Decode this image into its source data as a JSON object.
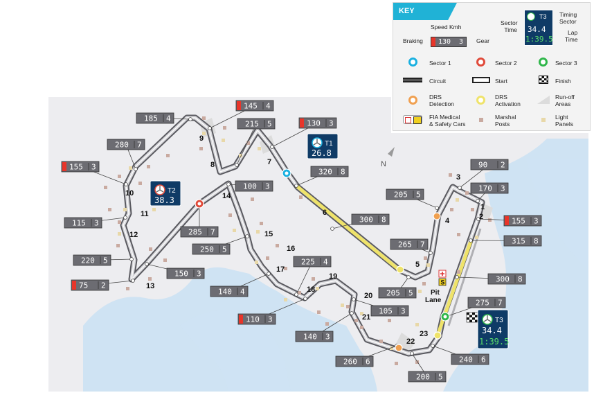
{
  "map": {
    "north_label": "N",
    "pit_lane_label": "Pit\nLane",
    "pit_lane_line1": "Pit",
    "pit_lane_line2": "Lane",
    "turns": [
      "1",
      "2",
      "3",
      "4",
      "5",
      "6",
      "7",
      "8",
      "9",
      "10",
      "11",
      "12",
      "13",
      "14",
      "15",
      "16",
      "17",
      "18",
      "19",
      "20",
      "21",
      "22",
      "23"
    ],
    "speed_boxes": [
      {
        "speed": "185",
        "gear": "4",
        "braking": false
      },
      {
        "speed": "145",
        "gear": "4",
        "braking": true
      },
      {
        "speed": "215",
        "gear": "5",
        "braking": false
      },
      {
        "speed": "130",
        "gear": "3",
        "braking": true
      },
      {
        "speed": "280",
        "gear": "7",
        "braking": false
      },
      {
        "speed": "155",
        "gear": "3",
        "braking": true
      },
      {
        "speed": "320",
        "gear": "8",
        "braking": false
      },
      {
        "speed": "100",
        "gear": "3",
        "braking": false
      },
      {
        "speed": "115",
        "gear": "3",
        "braking": false
      },
      {
        "speed": "285",
        "gear": "7",
        "braking": false
      },
      {
        "speed": "250",
        "gear": "5",
        "braking": false
      },
      {
        "speed": "300",
        "gear": "8",
        "braking": false
      },
      {
        "speed": "205",
        "gear": "5",
        "braking": false
      },
      {
        "speed": "90",
        "gear": "2",
        "braking": false
      },
      {
        "speed": "170",
        "gear": "3",
        "braking": false
      },
      {
        "speed": "155",
        "gear": "3",
        "braking": true
      },
      {
        "speed": "315",
        "gear": "8",
        "braking": false
      },
      {
        "speed": "265",
        "gear": "7",
        "braking": false
      },
      {
        "speed": "220",
        "gear": "5",
        "braking": false
      },
      {
        "speed": "150",
        "gear": "3",
        "braking": false
      },
      {
        "speed": "75",
        "gear": "2",
        "braking": true
      },
      {
        "speed": "225",
        "gear": "4",
        "braking": false
      },
      {
        "speed": "140",
        "gear": "4",
        "braking": false
      },
      {
        "speed": "205",
        "gear": "5",
        "braking": false
      },
      {
        "speed": "300",
        "gear": "8",
        "braking": false
      },
      {
        "speed": "105",
        "gear": "3",
        "braking": false
      },
      {
        "speed": "110",
        "gear": "3",
        "braking": true
      },
      {
        "speed": "275",
        "gear": "7",
        "braking": false
      },
      {
        "speed": "140",
        "gear": "3",
        "braking": false
      },
      {
        "speed": "260",
        "gear": "6",
        "braking": false
      },
      {
        "speed": "240",
        "gear": "6",
        "braking": false
      },
      {
        "speed": "200",
        "gear": "5",
        "braking": false
      }
    ],
    "sectors": {
      "t1": {
        "label": "T1",
        "time": "26.8",
        "color": "#1ab0e0"
      },
      "t2": {
        "label": "T2",
        "time": "38.3",
        "color": "#e04a3a"
      },
      "t3": {
        "label": "T3",
        "time": "34.4",
        "lap": "1:39.5",
        "color": "#2fb64a"
      }
    },
    "colors": {
      "drs": "#efe36a",
      "drs_detection": "#f0a050",
      "braking": "#e8352a",
      "badge": "#0f3b66"
    }
  },
  "key": {
    "title": "KEY",
    "speed_label": "Speed Kmh",
    "braking_label": "Braking",
    "gear_label": "Gear",
    "example_speed": "130",
    "example_gear": "3",
    "sector_time_label_1": "Sector",
    "sector_time_label_2": "Time",
    "timing_sector_label_1": "Timing",
    "timing_sector_label_2": "Sector",
    "lap_time_label_1": "Lap",
    "lap_time_label_2": "Time",
    "example_sector": "T3",
    "example_time": "34.4",
    "example_lap": "1:39.5",
    "sector1": "Sector 1",
    "sector2": "Sector 2",
    "sector3": "Sector 3",
    "circuit": "Circuit",
    "start": "Start",
    "finish": "Finish",
    "drs_detection_1": "DRS",
    "drs_detection_2": "Detection",
    "drs_activation_1": "DRS",
    "drs_activation_2": "Activation",
    "runoff_1": "Run-off",
    "runoff_2": "Areas",
    "fia_1": "FIA Medical",
    "fia_2": "& Safety Cars",
    "marshal_1": "Marshal",
    "marshal_2": "Posts",
    "light_1": "Light",
    "light_2": "Panels"
  }
}
